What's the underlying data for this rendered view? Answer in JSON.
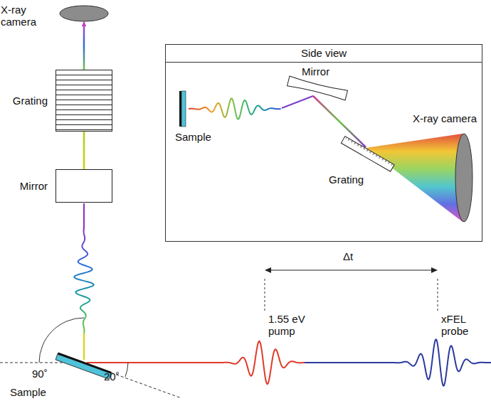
{
  "diagram": {
    "nodes": [
      {
        "text": [
          "X-ray camera"
        ]
      },
      {
        "text": [
          "Grating"
        ]
      },
      {
        "text": [
          "Mirror"
        ]
      },
      {
        "text": [
          "Side view"
        ]
      }
    ],
    "edges": [
      {
        "from": 2,
        "to": 1,
        "arrow": "none"
      },
      {
        "from": 1,
        "to": 0,
        "arrow": "to"
      }
    ],
    "labels": [
      "90˚",
      "Sample",
      "20˚",
      "1.55 eV pump",
      "xFEL probe",
      "Δt",
      "Mirror",
      "Sample",
      "Grating",
      "X-ray camera"
    ]
  }
}
